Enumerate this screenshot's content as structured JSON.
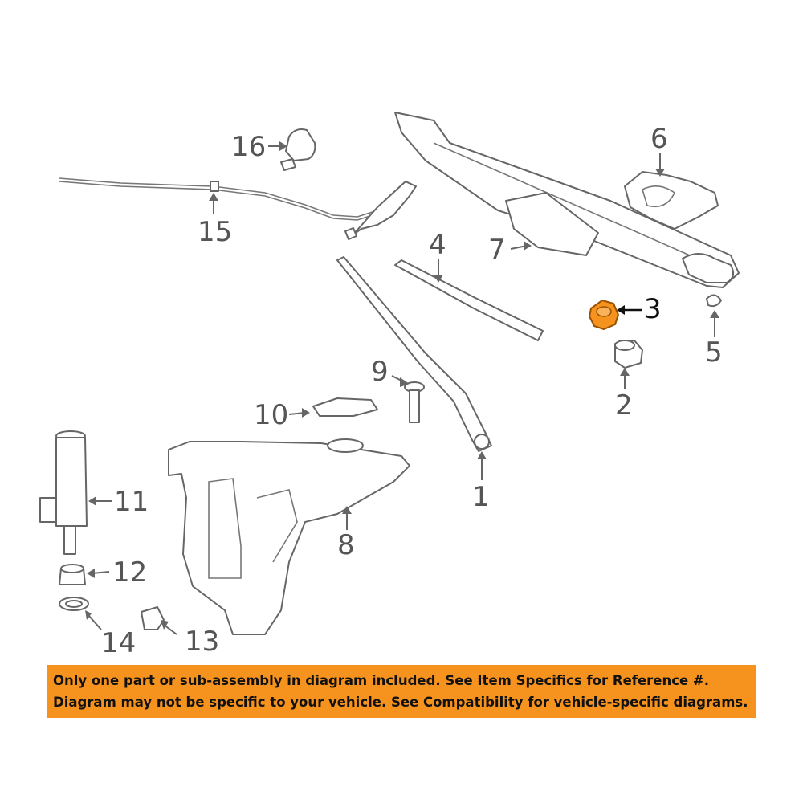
{
  "diagram": {
    "highlight_color": "#f6921e",
    "callouts": [
      "1",
      "2",
      "3",
      "4",
      "5",
      "6",
      "7",
      "8",
      "9",
      "10",
      "11",
      "12",
      "13",
      "14",
      "15",
      "16"
    ],
    "highlighted_callout": "3"
  },
  "banner": {
    "line1": "Only one part or sub-assembly in diagram included. See Item Specifics for Reference #.",
    "line2": "Diagram may not be specific to your vehicle. See Compatibility for vehicle-specific diagrams.",
    "background": "#f6921e"
  }
}
